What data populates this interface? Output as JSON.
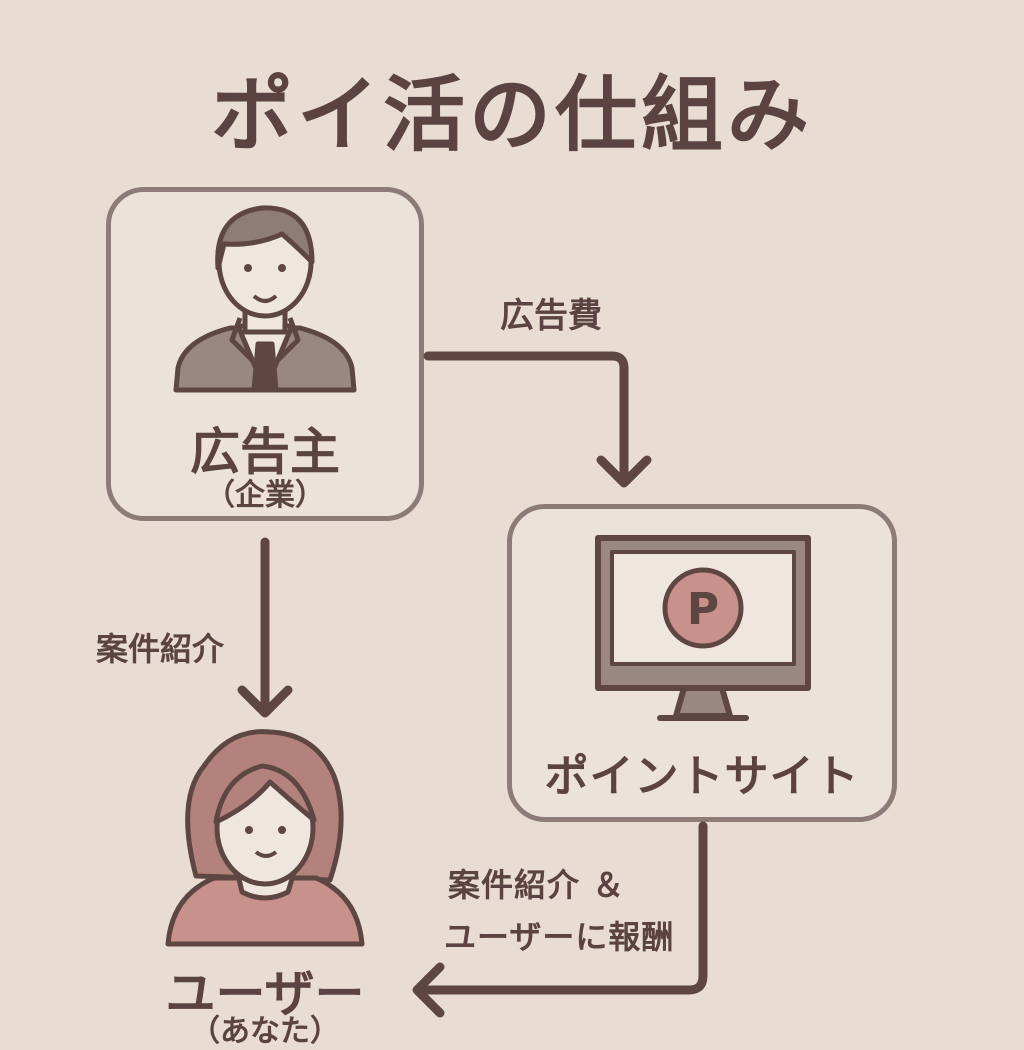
{
  "title": "ポイ活の仕組み",
  "nodes": {
    "advertiser": {
      "name": "広告主",
      "sub": "（企業）"
    },
    "point_site": {
      "name": "ポイントサイト",
      "logo_letter": "P"
    },
    "user": {
      "name": "ユーザー",
      "sub": "（あなた）"
    }
  },
  "edges": {
    "ad_fee": "広告費",
    "case_intro": "案件紹介",
    "reward_line1": "案件紹介 ＆",
    "reward_line2": "ユーザーに報酬"
  },
  "icons": [
    "businessman-icon",
    "woman-icon",
    "monitor-icon",
    "point-coin-icon"
  ],
  "colors": {
    "background": "#e9ddd3",
    "card_fill": "#ece2db",
    "card_border": "#8c7b76",
    "ink": "#5a4340",
    "accent_pink": "#c9918c"
  }
}
